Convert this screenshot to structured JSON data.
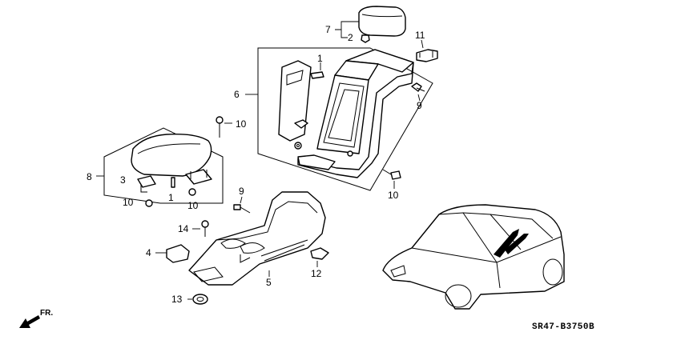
{
  "callouts": [
    {
      "id": "c1",
      "text": "1"
    },
    {
      "id": "c1b",
      "text": "1"
    },
    {
      "id": "c2",
      "text": "2"
    },
    {
      "id": "c3",
      "text": "3"
    },
    {
      "id": "c4",
      "text": "4"
    },
    {
      "id": "c5",
      "text": "5"
    },
    {
      "id": "c6",
      "text": "6"
    },
    {
      "id": "c7",
      "text": "7"
    },
    {
      "id": "c8",
      "text": "8"
    },
    {
      "id": "c9",
      "text": "9"
    },
    {
      "id": "c9b",
      "text": "9"
    },
    {
      "id": "c10a",
      "text": "10"
    },
    {
      "id": "c10b",
      "text": "10"
    },
    {
      "id": "c10c",
      "text": "10"
    },
    {
      "id": "c10d",
      "text": "10"
    },
    {
      "id": "c11",
      "text": "11"
    },
    {
      "id": "c12",
      "text": "12"
    },
    {
      "id": "c13",
      "text": "13"
    },
    {
      "id": "c14",
      "text": "14"
    }
  ],
  "diagram_code": "SR47-B3750B",
  "direction_label": "FR."
}
